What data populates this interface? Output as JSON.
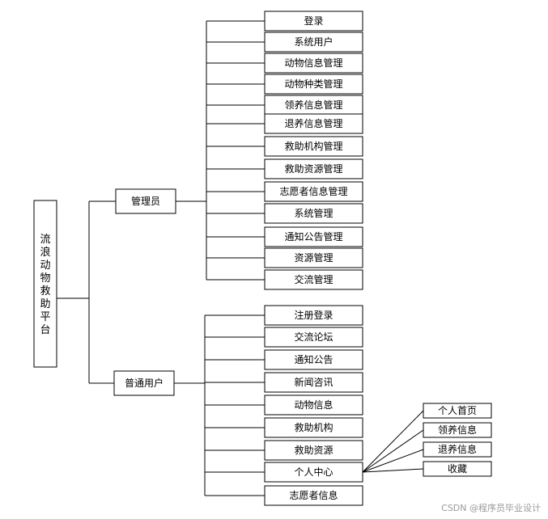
{
  "root": {
    "label": "流浪动物救助平台"
  },
  "branches": [
    {
      "label": "管理员",
      "children": [
        {
          "label": "登录"
        },
        {
          "label": "系统用户"
        },
        {
          "label": "动物信息管理"
        },
        {
          "label": "动物种类管理"
        },
        {
          "label": "领养信息管理"
        },
        {
          "label": "退养信息管理"
        },
        {
          "label": "救助机构管理"
        },
        {
          "label": "救助资源管理"
        },
        {
          "label": "志愿者信息管理"
        },
        {
          "label": "系统管理"
        },
        {
          "label": "通知公告管理"
        },
        {
          "label": "资源管理"
        },
        {
          "label": "交流管理"
        }
      ]
    },
    {
      "label": "普通用户",
      "children": [
        {
          "label": "注册登录"
        },
        {
          "label": "交流论坛"
        },
        {
          "label": "通知公告"
        },
        {
          "label": "新闻咨讯"
        },
        {
          "label": "动物信息"
        },
        {
          "label": "救助机构"
        },
        {
          "label": "救助资源"
        },
        {
          "label": "个人中心",
          "children": [
            {
              "label": "个人首页"
            },
            {
              "label": "领养信息"
            },
            {
              "label": "退养信息"
            },
            {
              "label": "收藏"
            }
          ]
        },
        {
          "label": "志愿者信息"
        }
      ]
    }
  ],
  "watermark": "CSDN @程序员毕业设计"
}
